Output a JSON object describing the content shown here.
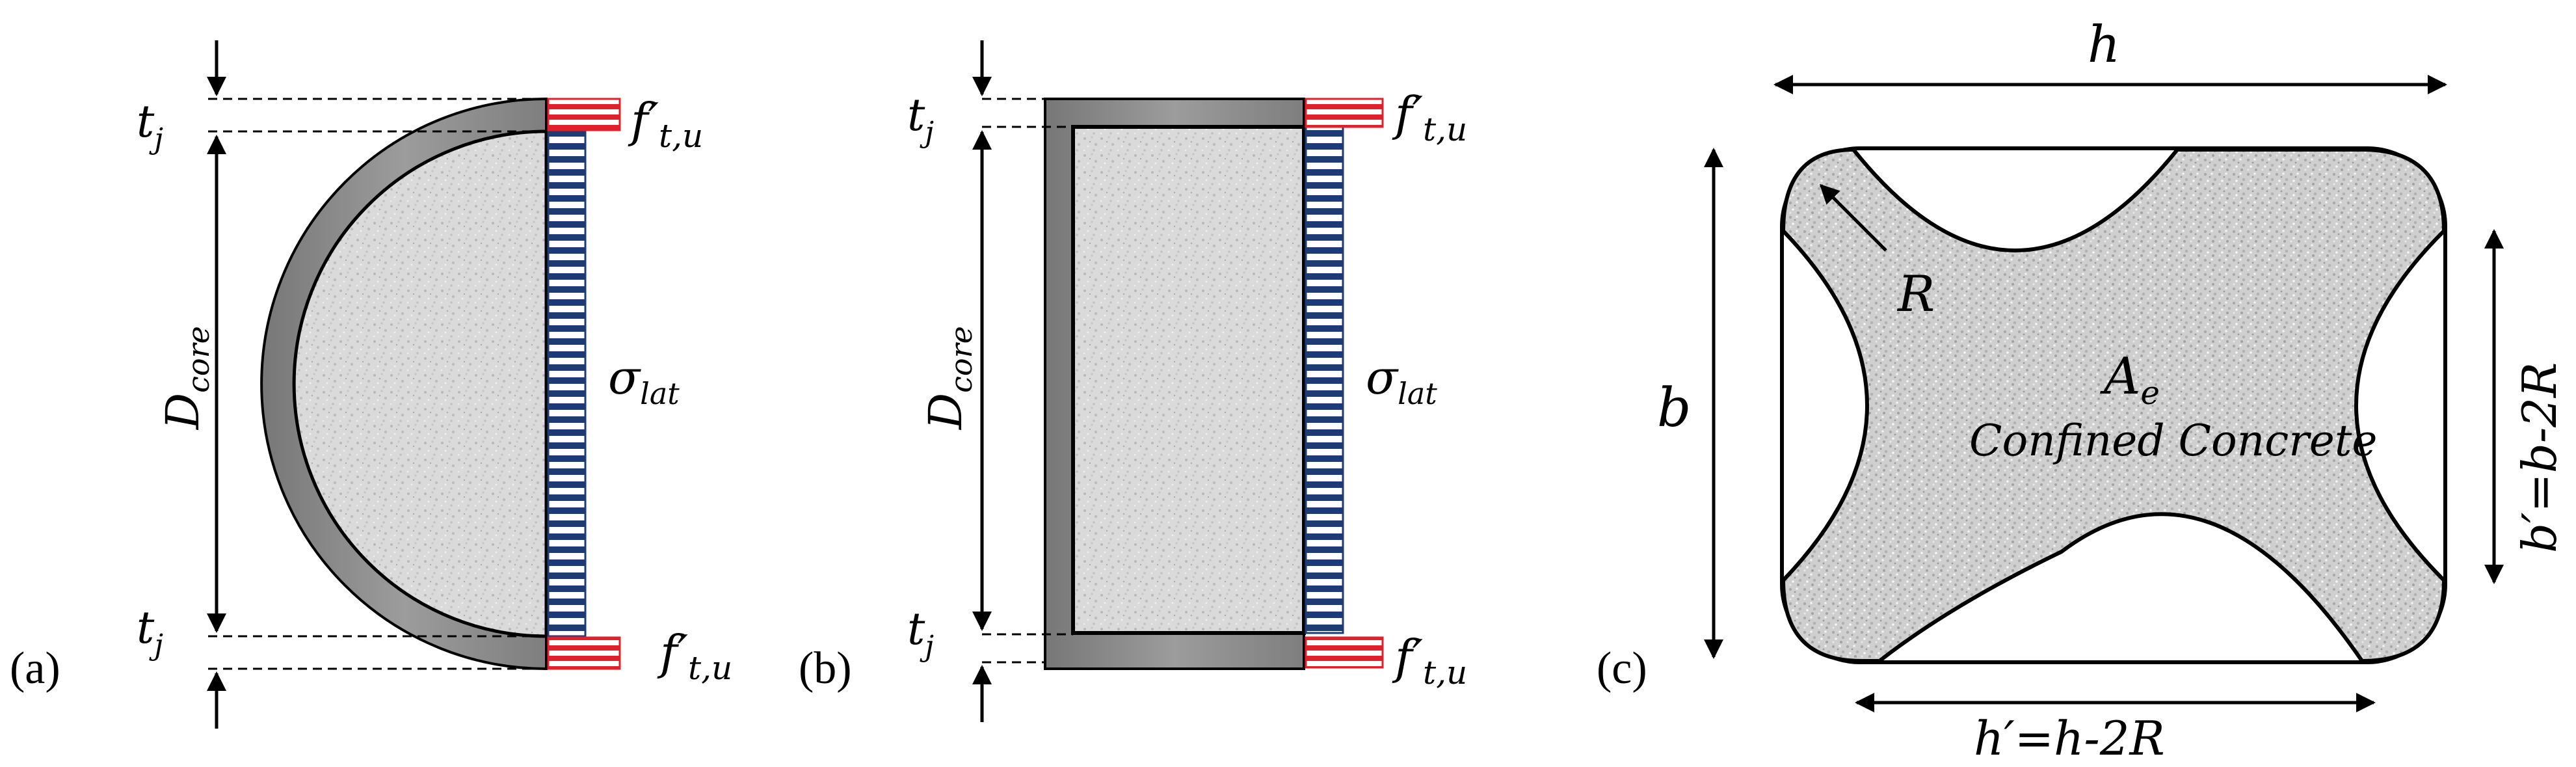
{
  "panel_a": {
    "tag": "(a)",
    "tj_top_base": "t",
    "tj_top_sub": "j",
    "tj_bot_base": "t",
    "tj_bot_sub": "j",
    "dcore_base": "D",
    "dcore_sub": "core",
    "sigma_base": "σ",
    "sigma_sub": "lat",
    "ftu_top_base": "f′",
    "ftu_top_sub": "t,u",
    "ftu_bot_base": "f′",
    "ftu_bot_sub": "t,u"
  },
  "panel_b": {
    "tag": "(b)",
    "tj_top_base": "t",
    "tj_top_sub": "j",
    "tj_bot_base": "t",
    "tj_bot_sub": "j",
    "dcore_base": "D",
    "dcore_sub": "core",
    "sigma_base": "σ",
    "sigma_sub": "lat",
    "ftu_top_base": "f′",
    "ftu_top_sub": "t,u",
    "ftu_bot_base": "f′",
    "ftu_bot_sub": "t,u"
  },
  "panel_c": {
    "tag": "(c)",
    "h_label": "h",
    "b_label": "b",
    "r_label": "R",
    "ae_base": "A",
    "ae_sub": "e",
    "confined_label": "Confined Concrete",
    "bprime_label": "b′=b-2R",
    "hprime_label": "h′=h-2R"
  },
  "colors": {
    "jacket": "#8a8a8a",
    "concrete": "#d8d8d8",
    "lateral_stress": "#1f3b73",
    "tensile_strength": "#e0202a"
  }
}
